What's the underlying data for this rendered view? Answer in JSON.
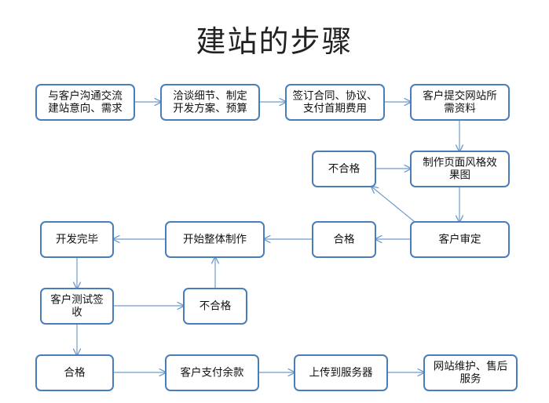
{
  "title": "建站的步骤",
  "colors": {
    "box_border": "#4a7eba",
    "arrow": "#6f9ccc",
    "text": "#111111"
  },
  "nodes": [
    {
      "id": "n1",
      "lines": [
        "与客户沟通交流",
        "建站意向、需求"
      ]
    },
    {
      "id": "n2",
      "lines": [
        "洽谈细节、制定",
        "开发方案、预算"
      ]
    },
    {
      "id": "n3",
      "lines": [
        "签订合同、协议、",
        "支付首期费用"
      ]
    },
    {
      "id": "n4",
      "lines": [
        "客户提交网站所",
        "需资料"
      ]
    },
    {
      "id": "n5",
      "lines": [
        "制作页面风格效",
        "果图"
      ]
    },
    {
      "id": "n6",
      "lines": [
        "不合格"
      ]
    },
    {
      "id": "n7",
      "lines": [
        "客户审定"
      ]
    },
    {
      "id": "n8",
      "lines": [
        "合格"
      ]
    },
    {
      "id": "n9",
      "lines": [
        "开始整体制作"
      ]
    },
    {
      "id": "n10",
      "lines": [
        "开发完毕"
      ]
    },
    {
      "id": "n11",
      "lines": [
        "客户测试签",
        "收"
      ]
    },
    {
      "id": "n12",
      "lines": [
        "不合格"
      ]
    },
    {
      "id": "n13",
      "lines": [
        "合格"
      ]
    },
    {
      "id": "n14",
      "lines": [
        "客户支付余款"
      ]
    },
    {
      "id": "n15",
      "lines": [
        "上传到服务器"
      ]
    },
    {
      "id": "n16",
      "lines": [
        "网站维护、售后",
        "服务"
      ]
    }
  ],
  "edges": [
    {
      "from": "n1",
      "to": "n2"
    },
    {
      "from": "n2",
      "to": "n3"
    },
    {
      "from": "n3",
      "to": "n4"
    },
    {
      "from": "n4",
      "to": "n5"
    },
    {
      "from": "n5",
      "to": "n7"
    },
    {
      "from": "n6",
      "to": "n5"
    },
    {
      "from": "n7",
      "to": "n6"
    },
    {
      "from": "n7",
      "to": "n8"
    },
    {
      "from": "n8",
      "to": "n9"
    },
    {
      "from": "n9",
      "to": "n10"
    },
    {
      "from": "n10",
      "to": "n11"
    },
    {
      "from": "n11",
      "to": "n12"
    },
    {
      "from": "n12",
      "to": "n9"
    },
    {
      "from": "n11",
      "to": "n13"
    },
    {
      "from": "n13",
      "to": "n14"
    },
    {
      "from": "n14",
      "to": "n15"
    },
    {
      "from": "n15",
      "to": "n16"
    }
  ]
}
